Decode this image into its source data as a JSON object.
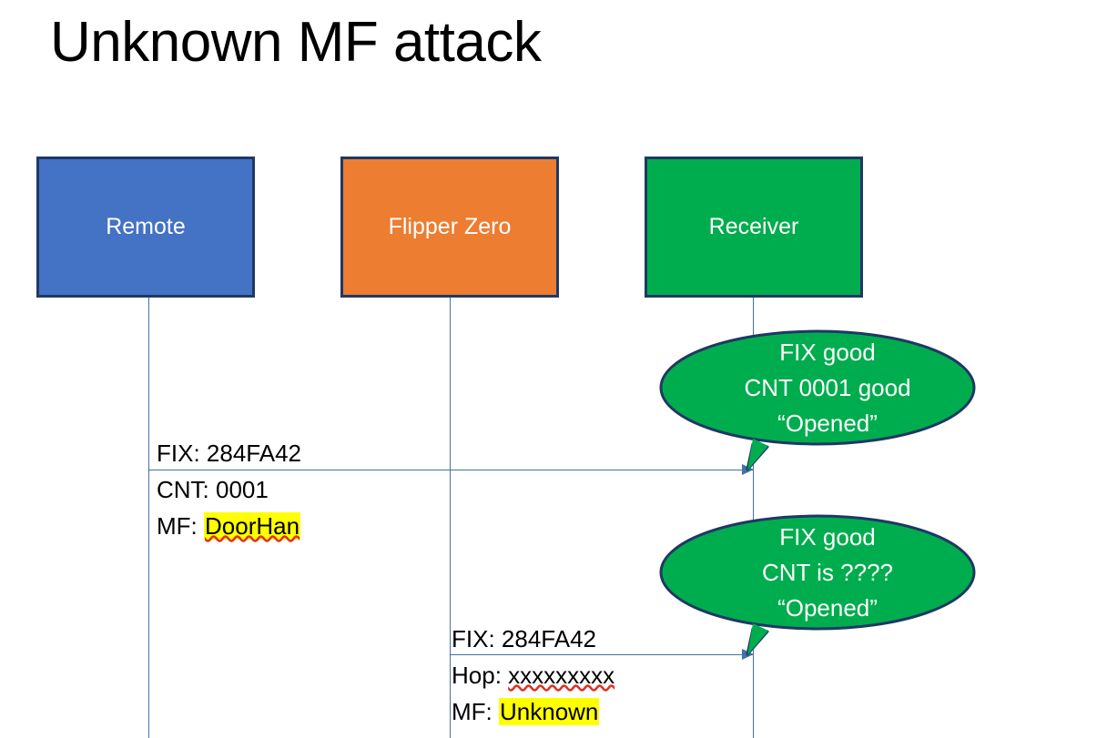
{
  "slide": {
    "title": "Unknown MF attack"
  },
  "colors": {
    "remote_fill": "#4472C4",
    "flipper_fill": "#ED7D31",
    "receiver_fill": "#00AD4E",
    "box_border": "#1F3864",
    "line": "#4472A8",
    "bubble_fill": "#00AD4E",
    "bubble_border": "#1F3864",
    "highlight": "#FFFF00",
    "spellcheck_underline": "#E03020",
    "text_dark": "#000000",
    "text_light": "#FFFFFF"
  },
  "actors": [
    {
      "id": "remote",
      "label": "Remote"
    },
    {
      "id": "flipper",
      "label": "Flipper Zero"
    },
    {
      "id": "receiver",
      "label": "Receiver"
    }
  ],
  "messages": [
    {
      "id": "remote-to-receiver",
      "from": "remote",
      "to": "receiver",
      "lines": [
        {
          "label": "FIX:",
          "value": "284FA42",
          "highlighted": false,
          "misspelled": false
        },
        {
          "label": "CNT:",
          "value": "0001",
          "highlighted": false,
          "misspelled": false
        },
        {
          "label": "MF:",
          "value": "DoorHan",
          "highlighted": true,
          "misspelled": true
        }
      ]
    },
    {
      "id": "flipper-to-receiver",
      "from": "flipper",
      "to": "receiver",
      "lines": [
        {
          "label": "FIX:",
          "value": "284FA42",
          "highlighted": false,
          "misspelled": false
        },
        {
          "label": "Hop:",
          "value": "xxxxxxxxx",
          "highlighted": false,
          "misspelled": true
        },
        {
          "label": "MF:",
          "value": "Unknown",
          "highlighted": true,
          "misspelled": false
        }
      ]
    }
  ],
  "bubbles": [
    {
      "id": "receiver-response-1",
      "lines": [
        "FIX good",
        "CNT 0001 good",
        "“Opened”"
      ]
    },
    {
      "id": "receiver-response-2",
      "lines": [
        "FIX good",
        "CNT is ????",
        "“Opened”"
      ]
    }
  ]
}
